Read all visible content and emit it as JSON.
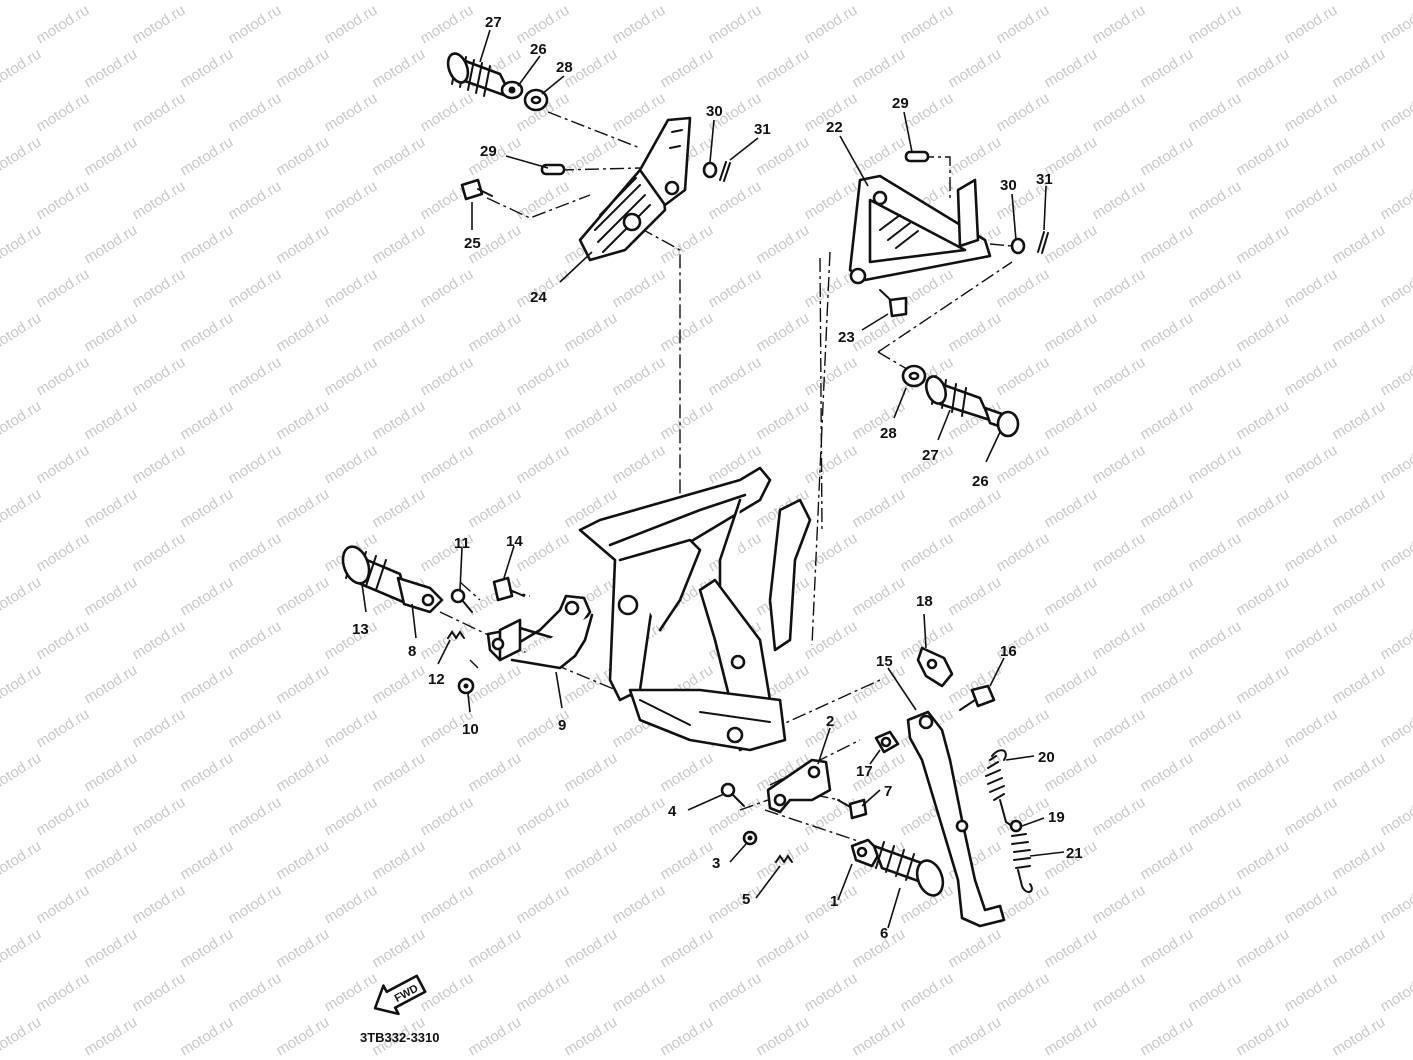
{
  "diagram": {
    "watermark": "motod.ru",
    "drawing_code": "3TB332-3310",
    "direction_arrow": {
      "label": "FWD",
      "icon": "forward-arrow-icon"
    },
    "callouts": [
      {
        "id": "c27-top",
        "label": "27"
      },
      {
        "id": "c26-top",
        "label": "26"
      },
      {
        "id": "c28-top",
        "label": "28"
      },
      {
        "id": "c30-left",
        "label": "30"
      },
      {
        "id": "c31-left",
        "label": "31"
      },
      {
        "id": "c29-left",
        "label": "29"
      },
      {
        "id": "c25",
        "label": "25"
      },
      {
        "id": "c24",
        "label": "24"
      },
      {
        "id": "c22",
        "label": "22"
      },
      {
        "id": "c29-right",
        "label": "29"
      },
      {
        "id": "c30-right",
        "label": "30"
      },
      {
        "id": "c31-right",
        "label": "31"
      },
      {
        "id": "c23",
        "label": "23"
      },
      {
        "id": "c28-right",
        "label": "28"
      },
      {
        "id": "c27-right",
        "label": "27"
      },
      {
        "id": "c26-right",
        "label": "26"
      },
      {
        "id": "c11",
        "label": "11"
      },
      {
        "id": "c14",
        "label": "14"
      },
      {
        "id": "c13",
        "label": "13"
      },
      {
        "id": "c8",
        "label": "8"
      },
      {
        "id": "c12",
        "label": "12"
      },
      {
        "id": "c10",
        "label": "10"
      },
      {
        "id": "c9",
        "label": "9"
      },
      {
        "id": "c18",
        "label": "18"
      },
      {
        "id": "c15",
        "label": "15"
      },
      {
        "id": "c16",
        "label": "16"
      },
      {
        "id": "c2",
        "label": "2"
      },
      {
        "id": "c17",
        "label": "17"
      },
      {
        "id": "c20",
        "label": "20"
      },
      {
        "id": "c4",
        "label": "4"
      },
      {
        "id": "c7",
        "label": "7"
      },
      {
        "id": "c19",
        "label": "19"
      },
      {
        "id": "c21",
        "label": "21"
      },
      {
        "id": "c3",
        "label": "3"
      },
      {
        "id": "c5",
        "label": "5"
      },
      {
        "id": "c1",
        "label": "1"
      },
      {
        "id": "c6",
        "label": "6"
      }
    ]
  }
}
